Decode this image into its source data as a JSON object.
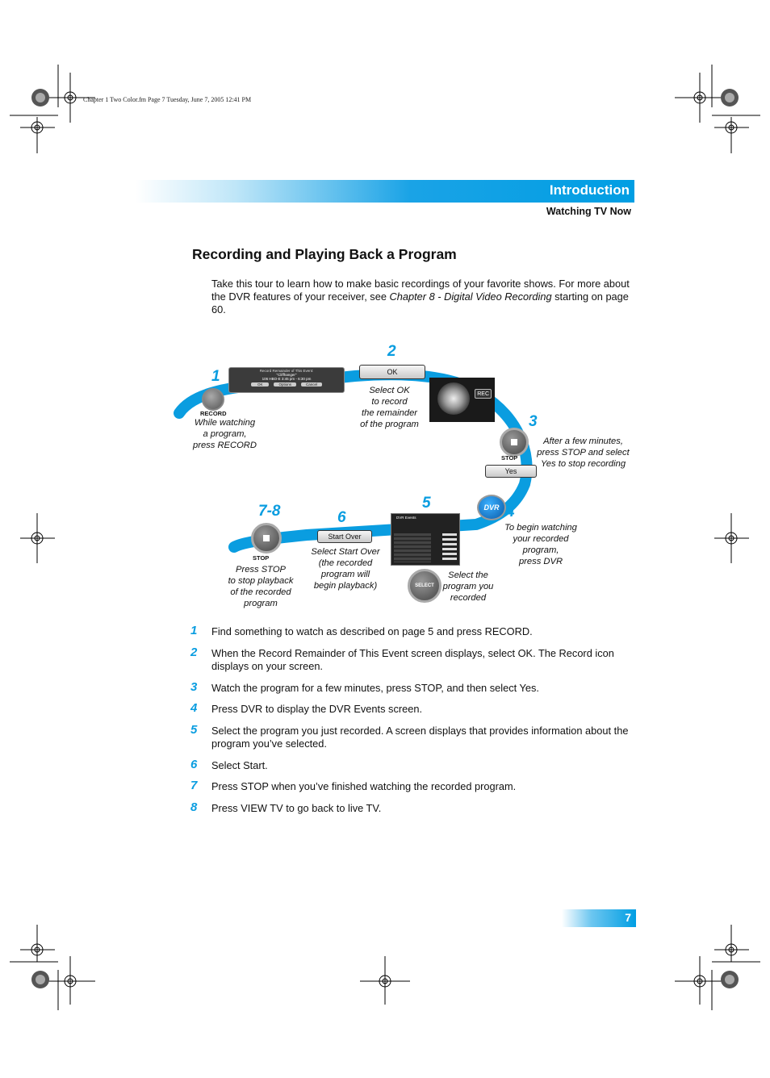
{
  "header_info": "Chapter 1 Two Color.fm  Page 7  Tuesday, June 7, 2005  12:41 PM",
  "banner": {
    "title": "Introduction",
    "subtitle": "Watching TV Now"
  },
  "section": {
    "title": "Recording and Playing Back a Program",
    "intro_part1": "Take this tour to learn how to make basic recordings of your favorite shows. For more about the DVR features of your receiver, see ",
    "intro_italic": "Chapter 8 - Digital Video Recording",
    "intro_part2": " starting on page 60."
  },
  "diagram": {
    "num1": "1",
    "num2": "2",
    "num3": "3",
    "num4": "4",
    "num5": "5",
    "num6": "6",
    "num78": "7-8",
    "record_label": "RECORD",
    "stop_label_3": "STOP",
    "stop_label_78": "STOP",
    "ok_label": "OK",
    "yes_label": "Yes",
    "dvr_label": "DVR",
    "select_label": "SELECT",
    "rec_label": "REC",
    "start_over_label": "Start Over",
    "dialog_title": "Record Remainder of This Event:",
    "dialog_show": "\"Cliffhanger\"",
    "dialog_time": "106 HBO-E  3:45 pm - 6:30 pm",
    "dialog_ok": "OK",
    "dialog_options": "Options",
    "dialog_cancel": "Cancel",
    "dvr_screen_title": "DVR Events",
    "caption1": "While watching\na program,\npress RECORD",
    "caption2": "Select OK\nto record\nthe remainder\nof the program",
    "caption3": "After a few minutes,\npress STOP and select\nYes to stop recording",
    "caption4": "To begin watching\nyour recorded\nprogram,\npress DVR",
    "caption5": "Select the\nprogram you\nrecorded",
    "caption6": "Select Start Over\n(the recorded\nprogram will\nbegin playback)",
    "caption78": "Press STOP\nto stop playback\nof the recorded\nprogram"
  },
  "steps": [
    {
      "num": "1",
      "text": "Find something to watch as described on page 5 and press RECORD."
    },
    {
      "num": "2",
      "text": "When the Record Remainder of This Event screen displays, select OK. The Record icon displays on your screen."
    },
    {
      "num": "3",
      "text": "Watch the program for a few minutes, press STOP, and then select Yes."
    },
    {
      "num": "4",
      "text": "Press DVR to display the DVR Events screen."
    },
    {
      "num": "5",
      "text": "Select the program you just recorded. A screen displays that provides information about the program you’ve selected."
    },
    {
      "num": "6",
      "text": "Select Start."
    },
    {
      "num": "7",
      "text": "Press STOP when you’ve finished watching the recorded program."
    },
    {
      "num": "8",
      "text": "Press VIEW TV to go back to live TV."
    }
  ],
  "page_number": "7",
  "colors": {
    "accent": "#009ee3",
    "track": "#0a9de0"
  }
}
